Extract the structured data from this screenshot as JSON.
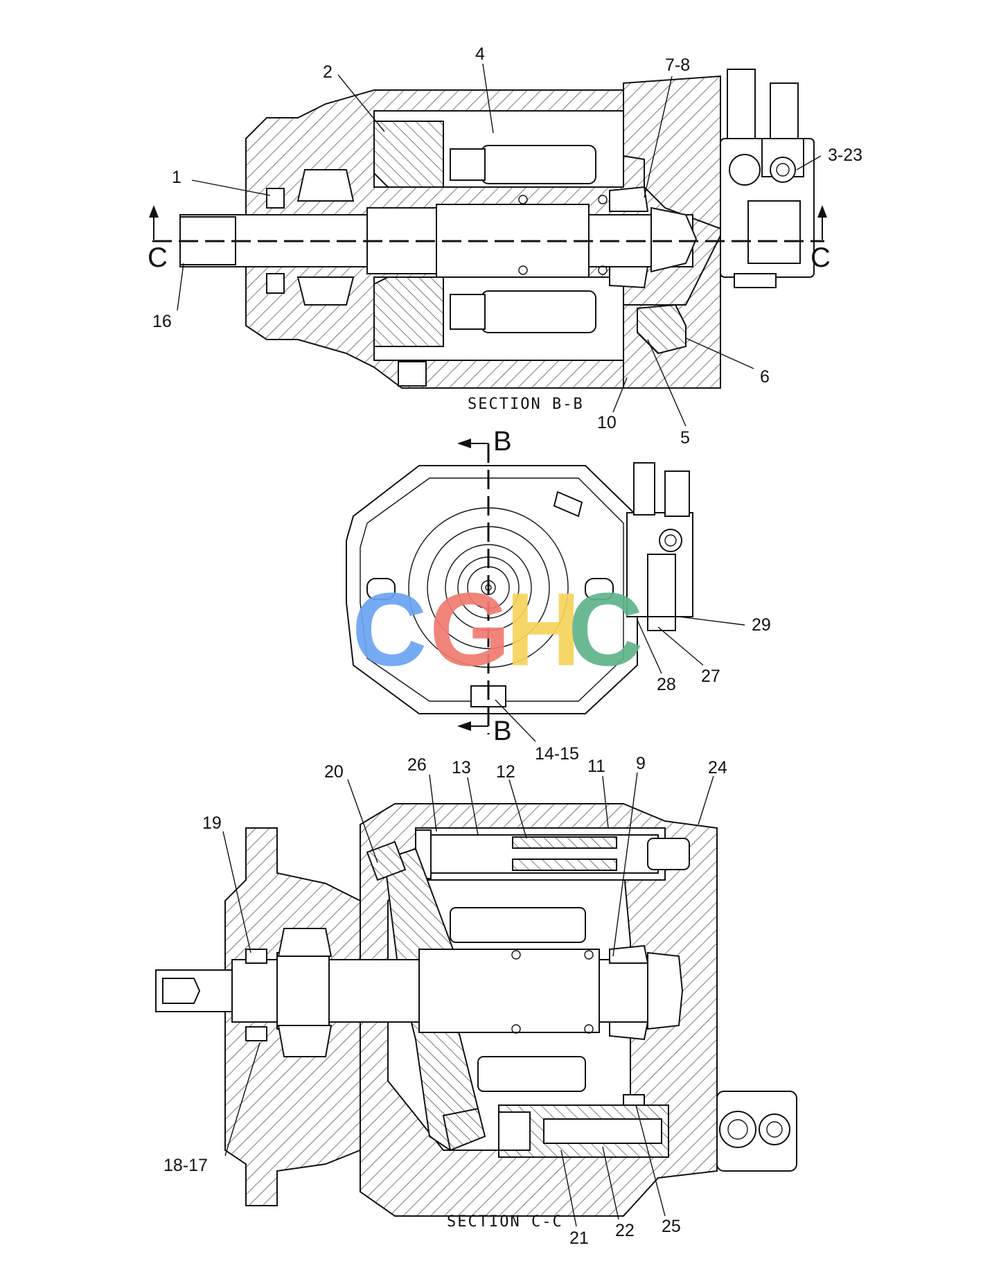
{
  "sections": {
    "b": {
      "title": "SECTION B-B"
    },
    "c": {
      "title": "SECTION C-C"
    }
  },
  "cut_markers": {
    "c": "C",
    "b": "B"
  },
  "watermark": {
    "text": "CGHC",
    "colors": [
      "#6ba4f2",
      "#f07a70",
      "#f7d35c",
      "#5fb48a"
    ]
  },
  "callouts_b": [
    "1",
    "2",
    "4",
    "7-8",
    "3-23",
    "16",
    "6",
    "10",
    "5"
  ],
  "callouts_end": [
    "29",
    "27",
    "28",
    "14-15"
  ],
  "callouts_c": [
    "26",
    "13",
    "12",
    "11",
    "9",
    "24",
    "20",
    "19",
    "18-17",
    "21",
    "22",
    "25"
  ]
}
